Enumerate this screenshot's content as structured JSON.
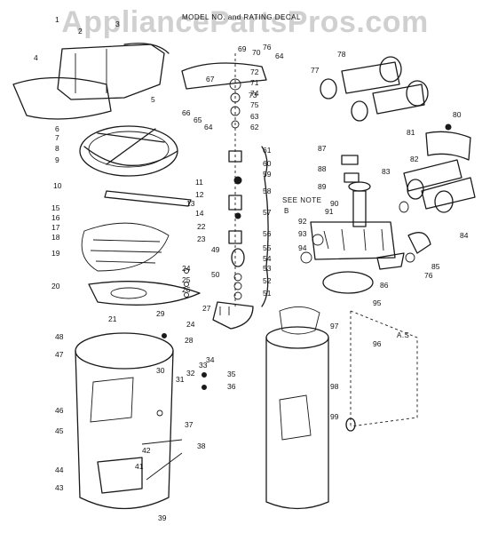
{
  "watermark": "AppliancePartsPros.com",
  "model_note": "MODEL NO. and RATING DECAL",
  "see_note": "SEE NOTE",
  "see_note_letter": "B",
  "corner_note": "A.S",
  "colors": {
    "ink": "#1a1a1a",
    "background": "#ffffff",
    "watermark": "#969696"
  },
  "labels": [
    {
      "id": "1",
      "text": "1"
    },
    {
      "id": "2",
      "text": "2"
    },
    {
      "id": "3",
      "text": "3"
    },
    {
      "id": "4",
      "text": "4"
    },
    {
      "id": "5",
      "text": "5"
    },
    {
      "id": "6",
      "text": "6"
    },
    {
      "id": "7",
      "text": "7"
    },
    {
      "id": "8",
      "text": "8"
    },
    {
      "id": "9",
      "text": "9"
    },
    {
      "id": "10",
      "text": "10"
    },
    {
      "id": "11",
      "text": "11"
    },
    {
      "id": "12",
      "text": "12"
    },
    {
      "id": "13",
      "text": "13"
    },
    {
      "id": "14",
      "text": "14"
    },
    {
      "id": "15",
      "text": "15"
    },
    {
      "id": "16",
      "text": "16"
    },
    {
      "id": "17",
      "text": "17"
    },
    {
      "id": "18",
      "text": "18"
    },
    {
      "id": "19",
      "text": "19"
    },
    {
      "id": "20",
      "text": "20"
    },
    {
      "id": "21",
      "text": "21"
    },
    {
      "id": "22",
      "text": "22"
    },
    {
      "id": "23",
      "text": "23"
    },
    {
      "id": "24a",
      "text": "24"
    },
    {
      "id": "24b",
      "text": "24"
    },
    {
      "id": "25",
      "text": "25"
    },
    {
      "id": "26",
      "text": "26"
    },
    {
      "id": "27",
      "text": "27"
    },
    {
      "id": "28",
      "text": "28"
    },
    {
      "id": "29",
      "text": "29"
    },
    {
      "id": "30",
      "text": "30"
    },
    {
      "id": "31",
      "text": "31"
    },
    {
      "id": "32",
      "text": "32"
    },
    {
      "id": "33",
      "text": "33"
    },
    {
      "id": "34",
      "text": "34"
    },
    {
      "id": "35",
      "text": "35"
    },
    {
      "id": "36",
      "text": "36"
    },
    {
      "id": "37",
      "text": "37"
    },
    {
      "id": "38",
      "text": "38"
    },
    {
      "id": "39",
      "text": "39"
    },
    {
      "id": "41",
      "text": "41"
    },
    {
      "id": "42",
      "text": "42"
    },
    {
      "id": "43",
      "text": "43"
    },
    {
      "id": "44",
      "text": "44"
    },
    {
      "id": "45",
      "text": "45"
    },
    {
      "id": "46",
      "text": "46"
    },
    {
      "id": "47",
      "text": "47"
    },
    {
      "id": "48",
      "text": "48"
    },
    {
      "id": "49",
      "text": "49"
    },
    {
      "id": "50",
      "text": "50"
    },
    {
      "id": "51",
      "text": "51"
    },
    {
      "id": "52",
      "text": "52"
    },
    {
      "id": "53",
      "text": "53"
    },
    {
      "id": "54",
      "text": "54"
    },
    {
      "id": "55",
      "text": "55"
    },
    {
      "id": "56",
      "text": "56"
    },
    {
      "id": "57",
      "text": "57"
    },
    {
      "id": "58",
      "text": "58"
    },
    {
      "id": "59",
      "text": "59"
    },
    {
      "id": "60",
      "text": "60"
    },
    {
      "id": "61",
      "text": "61"
    },
    {
      "id": "62",
      "text": "62"
    },
    {
      "id": "63",
      "text": "63"
    },
    {
      "id": "64a",
      "text": "64"
    },
    {
      "id": "64b",
      "text": "64"
    },
    {
      "id": "65",
      "text": "65"
    },
    {
      "id": "66",
      "text": "66"
    },
    {
      "id": "67",
      "text": "67"
    },
    {
      "id": "69",
      "text": "69"
    },
    {
      "id": "70",
      "text": "70"
    },
    {
      "id": "71",
      "text": "71"
    },
    {
      "id": "72",
      "text": "72"
    },
    {
      "id": "73",
      "text": "73"
    },
    {
      "id": "74",
      "text": "74"
    },
    {
      "id": "75",
      "text": "75"
    },
    {
      "id": "76a",
      "text": "76"
    },
    {
      "id": "76b",
      "text": "76"
    },
    {
      "id": "77",
      "text": "77"
    },
    {
      "id": "78",
      "text": "78"
    },
    {
      "id": "80",
      "text": "80"
    },
    {
      "id": "81",
      "text": "81"
    },
    {
      "id": "82",
      "text": "82"
    },
    {
      "id": "83",
      "text": "83"
    },
    {
      "id": "84",
      "text": "84"
    },
    {
      "id": "85",
      "text": "85"
    },
    {
      "id": "86",
      "text": "86"
    },
    {
      "id": "87",
      "text": "87"
    },
    {
      "id": "88",
      "text": "88"
    },
    {
      "id": "89",
      "text": "89"
    },
    {
      "id": "90",
      "text": "90"
    },
    {
      "id": "91",
      "text": "91"
    },
    {
      "id": "92",
      "text": "92"
    },
    {
      "id": "93",
      "text": "93"
    },
    {
      "id": "94",
      "text": "94"
    },
    {
      "id": "95",
      "text": "95"
    },
    {
      "id": "96",
      "text": "96"
    },
    {
      "id": "97",
      "text": "97"
    },
    {
      "id": "98",
      "text": "98"
    },
    {
      "id": "99",
      "text": "99"
    }
  ]
}
